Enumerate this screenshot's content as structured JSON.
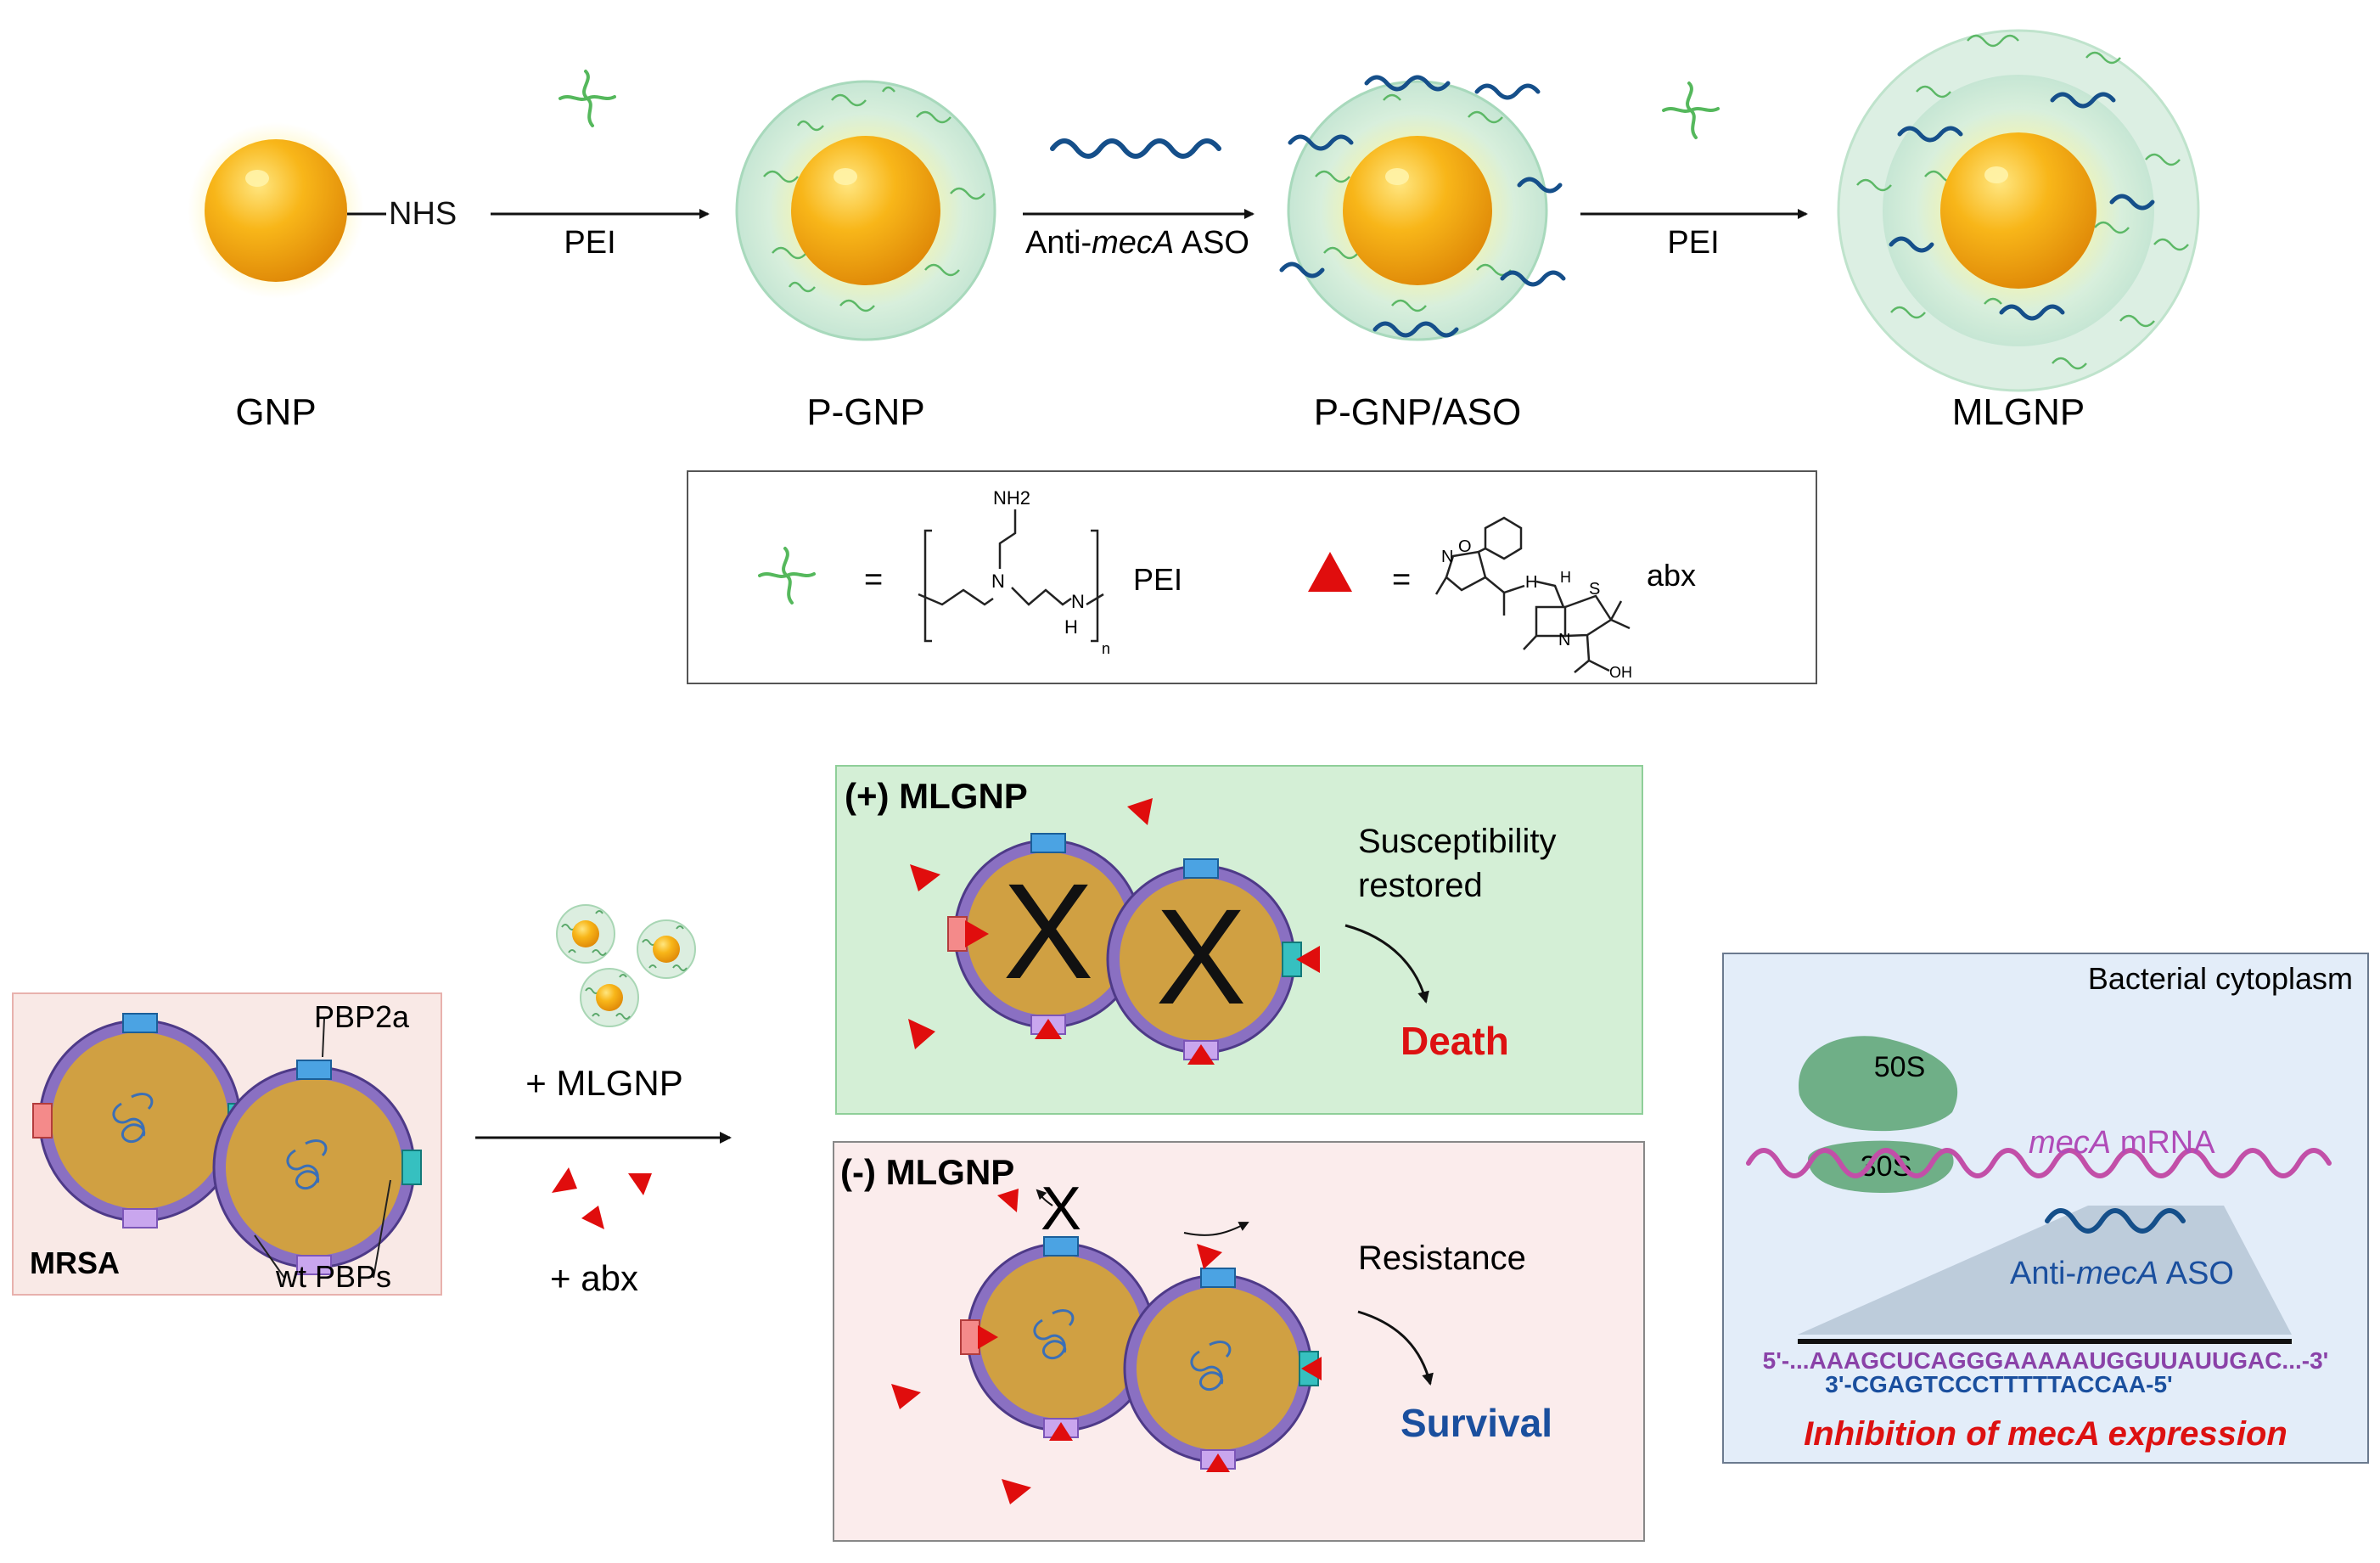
{
  "synthesis": {
    "nhs_label": "NHS",
    "step1_reagent": "PEI",
    "step2_reagent_prefix": "Anti-",
    "step2_reagent_italic": "mecA",
    "step2_reagent_suffix": " ASO",
    "step3_reagent": "PEI",
    "particles": [
      "GNP",
      "P-GNP",
      "P-GNP/ASO",
      "MLGNP"
    ]
  },
  "legend": {
    "equals": "=",
    "pei_label": "PEI",
    "abx_label": "abx",
    "pei_nh2": "NH2",
    "pei_n": "N",
    "pei_nh": "N",
    "pei_h": "H",
    "pei_sub_n": "n",
    "abx_o": "O",
    "abx_n": "N",
    "abx_s": "S",
    "abx_h": "H",
    "abx_hn": "H",
    "abx_oh": "OH"
  },
  "mrsa_panel": {
    "label": "MRSA",
    "pbp2a_label": "PBP2a",
    "wt_pbps_label": "wt PBPs"
  },
  "treatment": {
    "mlgnp_label": "+ MLGNP",
    "abx_label": "+ abx"
  },
  "plus_panel": {
    "title": "(+) MLGNP",
    "note_line1": "Susceptibility",
    "note_line2": "restored",
    "outcome": "Death",
    "outcome_color": "#dd1111",
    "bg_color": "#d4efd6"
  },
  "minus_panel": {
    "title": "(-) MLGNP",
    "note": "Resistance",
    "outcome": "Survival",
    "outcome_color": "#1a4f9e",
    "bg_color": "#fbecec"
  },
  "cytoplasm_panel": {
    "title": "Bacterial cytoplasm",
    "large_subunit": "50S",
    "small_subunit": "30S",
    "mrna_label_italic": "mecA",
    "mrna_label_suffix": " mRNA",
    "aso_prefix": "Anti-",
    "aso_italic": "mecA",
    "aso_suffix": " ASO",
    "mrna_sequence": "5'-...AAAGCUCAGGGAAAAAUGGUUAUUGAC...-3'",
    "aso_sequence": "3'-CGAGTCCCTTTTTACCAA-5'",
    "caption": "Inhibition of mecA expression",
    "caption_color": "#dd1111",
    "bg_color": "#e3edf9"
  }
}
